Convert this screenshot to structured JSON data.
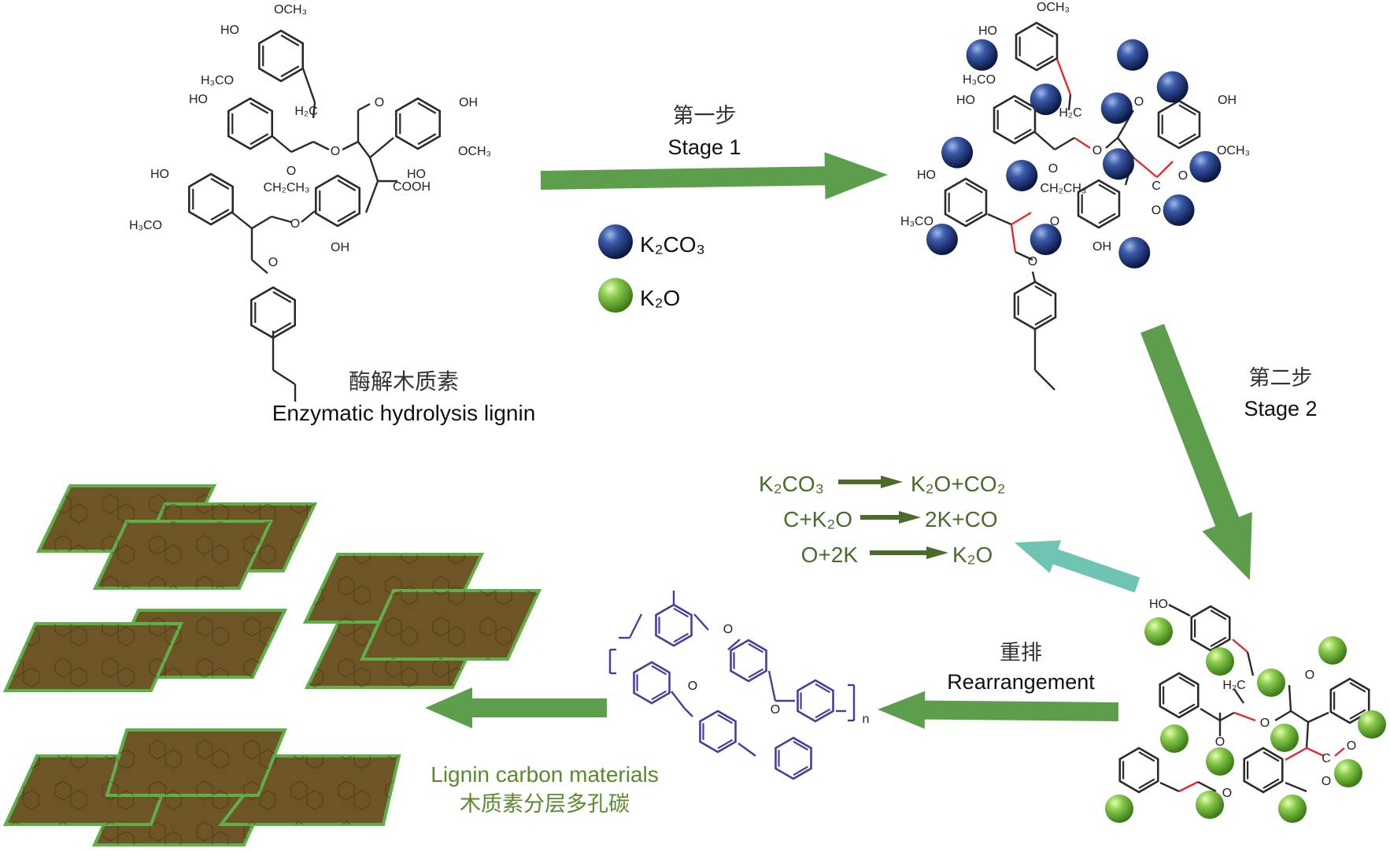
{
  "lignin": {
    "zh": "酶解木质素",
    "en": "Enzymatic hydrolysis lignin"
  },
  "stage1": {
    "zh": "第一步",
    "en": "Stage 1"
  },
  "stage2": {
    "zh": "第二步",
    "en": "Stage 2"
  },
  "legend": [
    {
      "label": "K₂CO₃",
      "color": "#1c3470"
    },
    {
      "label": "K₂O",
      "color": "#7cc242"
    }
  ],
  "reactions": [
    {
      "reactants": "K₂CO₃",
      "products": "K₂O+CO₂"
    },
    {
      "reactants": "C+K₂O",
      "products": "2K+CO"
    },
    {
      "reactants": "O+2K",
      "products": "K₂O"
    }
  ],
  "rearrangement": {
    "zh": "重排",
    "en": "Rearrangement"
  },
  "product": {
    "en": "Lignin carbon materials",
    "zh": "木质素分层多孔碳"
  },
  "molecule1_labels": [
    "OCH₃",
    "HO",
    "H₃CO",
    "HO",
    "H₂C",
    "O",
    "OH",
    "O",
    "OCH₃",
    "O",
    "HO",
    "HO",
    "CH₂CH₃",
    "COOH",
    "H₃CO",
    "O",
    "OH",
    "O"
  ],
  "molecule2_labels": [
    "OCH₃",
    "HO",
    "H₃CO",
    "HO",
    "H₂C",
    "O",
    "OH",
    "O",
    "OCH₃",
    "O",
    "O",
    "O",
    "C",
    "HO",
    "CH₂CH₃",
    "H₃CO",
    "O",
    "OH",
    "O"
  ],
  "molecule3_labels": [
    "HO",
    "H₂C",
    "O",
    "O",
    "O",
    "O",
    "C",
    "O",
    "O"
  ],
  "polymer_labels": [
    "O",
    "O",
    "O",
    "n"
  ],
  "colors": {
    "arrow": "#5c9e4b",
    "return_arrow": "#6fc3b2",
    "reaction_text": "#4b6b2b",
    "product_text": "#5a8a2e",
    "polymer": "#4a3d9a",
    "modified_bond": "#e02b2b",
    "sheet_fill": "#6e5526",
    "sheet_border": "#5fb04a"
  }
}
